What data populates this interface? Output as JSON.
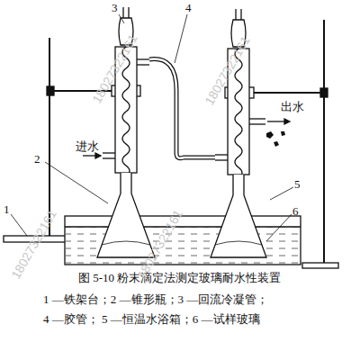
{
  "diagram": {
    "caption": "图 5-10 粉末滴定法测定玻璃耐水性装置",
    "labels": [
      "3",
      "4",
      "2",
      "出水",
      "进水",
      "5",
      "1",
      "6",
      "18027322161",
      "18027322161",
      "18027322161",
      "18027322161",
      "1 —铁架台；2 —锥形瓶；3 —回流冷凝管；",
      "4 —胶管；  5 —恒温水浴箱；6 —试样玻璃"
    ]
  }
}
